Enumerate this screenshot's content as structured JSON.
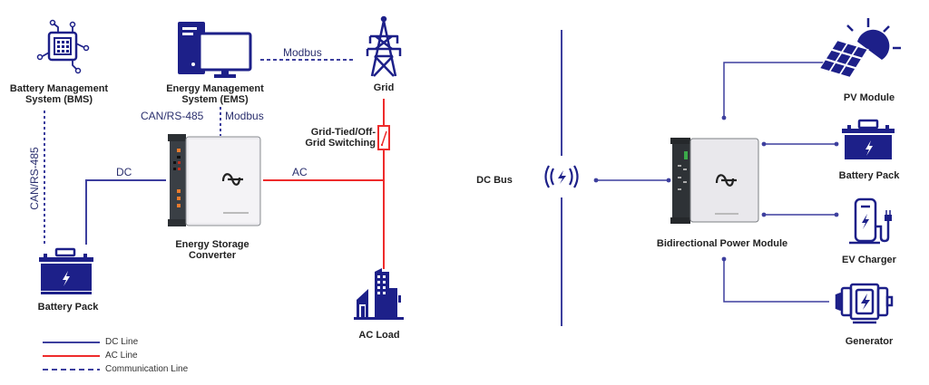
{
  "colors": {
    "dc": "#3d3f9e",
    "ac": "#ee2b2b",
    "icon": "#1d2089",
    "comm": "#3d3f9e"
  },
  "left_diagram": {
    "nodes": {
      "bms": {
        "label_line1": "Battery Management",
        "label_line2": "System (BMS)",
        "icon": "chip-icon"
      },
      "ems": {
        "label_line1": "Energy Management",
        "label_line2": "System (EMS)",
        "icon": "computer-icon"
      },
      "grid": {
        "label": "Grid",
        "icon": "transmission-tower-icon"
      },
      "switch": {
        "label_line1": "Grid-Tied/Off-",
        "label_line2": "Grid Switching",
        "icon": "switch-icon"
      },
      "converter": {
        "label_line1": "Energy Storage",
        "label_line2": "Converter",
        "icon": "converter-device-icon"
      },
      "battery": {
        "label": "Battery Pack",
        "icon": "battery-icon"
      },
      "ac_load": {
        "label": "AC Load",
        "icon": "building-icon"
      }
    },
    "connections": {
      "ems_grid": "Modbus",
      "bms_pack": "CAN/RS-485",
      "ems_converter_left": "CAN/RS-485",
      "ems_converter_right": "Modbus",
      "battery_converter": "DC",
      "converter_grid": "AC"
    },
    "legend": [
      {
        "label": "DC Line",
        "style": "solid",
        "color": "#3d3f9e"
      },
      {
        "label": "AC Line",
        "style": "solid",
        "color": "#ee2b2b"
      },
      {
        "label": "Communication Line",
        "style": "dashed",
        "color": "#3d3f9e"
      }
    ]
  },
  "right_diagram": {
    "bus": {
      "label": "DC Bus",
      "icon": "dc-bus-icon"
    },
    "module": {
      "label": "Bidirectional Power Module",
      "icon": "power-module-icon"
    },
    "nodes": [
      {
        "label": "PV Module",
        "icon": "solar-panel-icon"
      },
      {
        "label": "Battery Pack",
        "icon": "battery-icon"
      },
      {
        "label": "EV Charger",
        "icon": "ev-charger-icon"
      },
      {
        "label": "Generator",
        "icon": "generator-icon"
      }
    ]
  }
}
